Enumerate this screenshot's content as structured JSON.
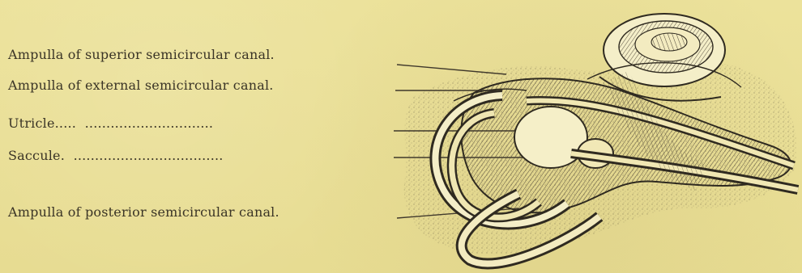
{
  "figure": {
    "labels": [
      "Ampulla of superior semicircular canal.",
      "Ampulla of external semicircular canal.",
      "Utricle.....  ..............................",
      "Saccule.  ...................................",
      "Ampulla of posterior semicircular canal."
    ]
  }
}
